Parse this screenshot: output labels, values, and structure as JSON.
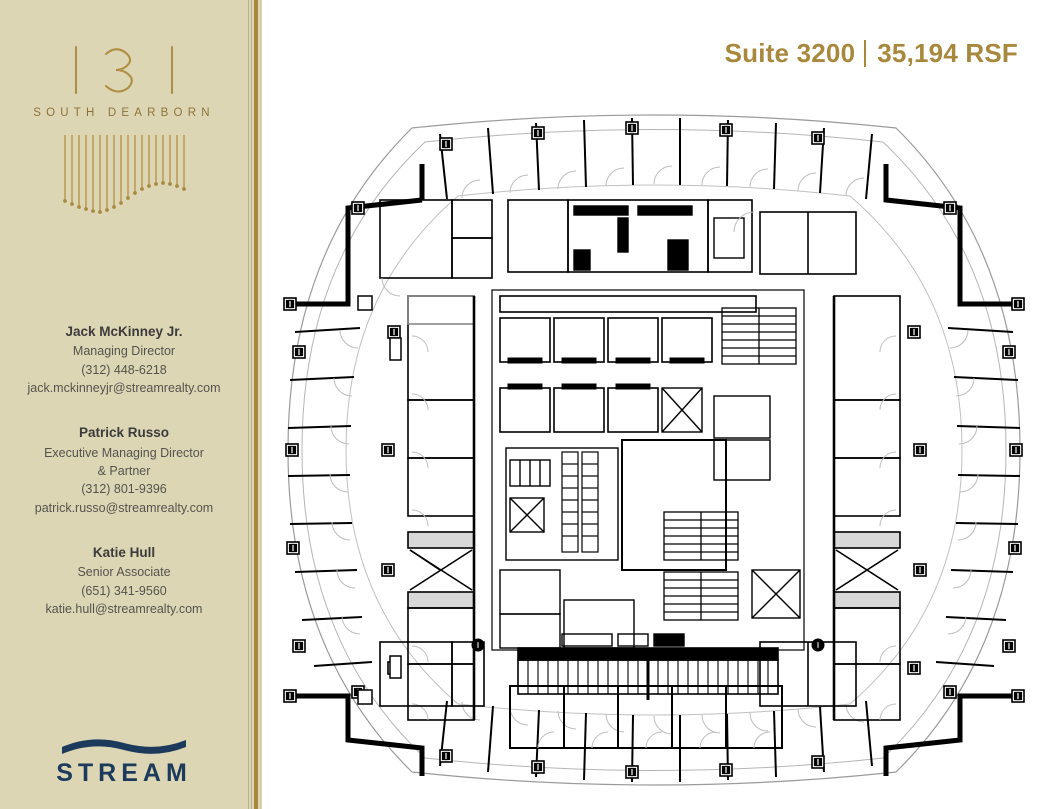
{
  "header": {
    "suite": "Suite 3200",
    "rsf": "35,194 RSF"
  },
  "sidebar": {
    "logo": {
      "number": "131",
      "subtitle": "SOUTH DEARBORN"
    },
    "contacts": [
      {
        "name": "Jack McKinney Jr.",
        "title": "Managing Director",
        "title2": "",
        "phone": "(312) 448-6218",
        "email": "jack.mckinneyjr@streamrealty.com"
      },
      {
        "name": "Patrick Russo",
        "title": "Executive Managing Director",
        "title2": "& Partner",
        "phone": "(312) 801-9396",
        "email": "patrick.russo@streamrealty.com"
      },
      {
        "name": "Katie Hull",
        "title": "Senior Associate",
        "title2": "",
        "phone": "(651) 341-9560",
        "email": "katie.hull@streamrealty.com"
      }
    ],
    "brand": {
      "name": "STREAM"
    }
  },
  "colors": {
    "sidebar_background": "#ddd6b5",
    "gold": "#a8883c",
    "logo_gold": "#b08f45",
    "navy": "#1b3a5c",
    "plan_line": "#000000",
    "plan_light_line": "#b0b0b0"
  },
  "floor_plan": {
    "description": "Architectural floor plan of Suite 3200, full-floor rounded-square tower plate with perimeter offices, inner office rows and central core",
    "core": {
      "elements": [
        "elevator-bank",
        "restrooms",
        "stairwell",
        "stairwell-secondary",
        "feature-stair",
        "mechanical-shaft"
      ]
    },
    "markers": {
      "column_marker_count": 34,
      "exit_marker_count": 2
    }
  }
}
